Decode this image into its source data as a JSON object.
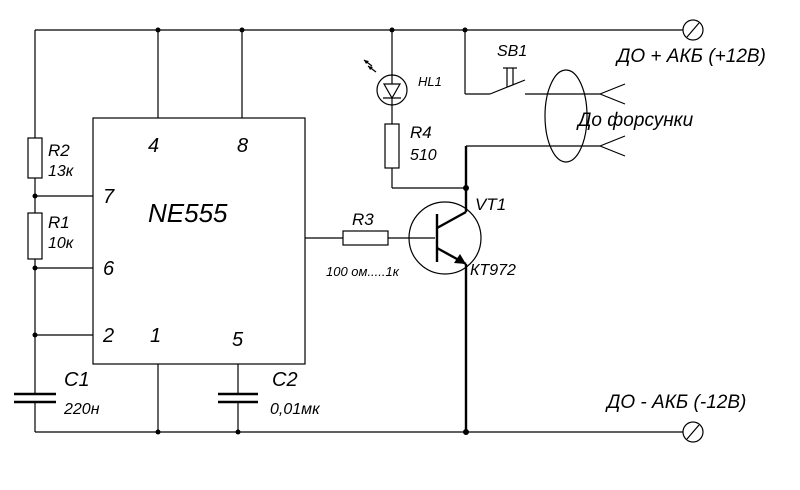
{
  "chip": {
    "name": "NE555",
    "pins": {
      "p4": "4",
      "p8": "8",
      "p7": "7",
      "p6": "6",
      "p2": "2",
      "p1": "1",
      "p5": "5"
    }
  },
  "components": {
    "r2": {
      "ref": "R2",
      "value": "13к"
    },
    "r1": {
      "ref": "R1",
      "value": "10к"
    },
    "c1": {
      "ref": "C1",
      "value": "220н"
    },
    "c2": {
      "ref": "C2",
      "value": "0,01мк"
    },
    "r3": {
      "ref": "R3",
      "value": "100 ом.....1к"
    },
    "r4": {
      "ref": "R4",
      "value": "510"
    },
    "hl1": {
      "ref": "HL1"
    },
    "sb1": {
      "ref": "SB1"
    },
    "vt1": {
      "ref": "VT1",
      "value": "КТ972"
    }
  },
  "terminals": {
    "plus": "ДО + АКБ (+12В)",
    "minus": "ДО - АКБ (-12В)",
    "injector": "До форсунки"
  }
}
